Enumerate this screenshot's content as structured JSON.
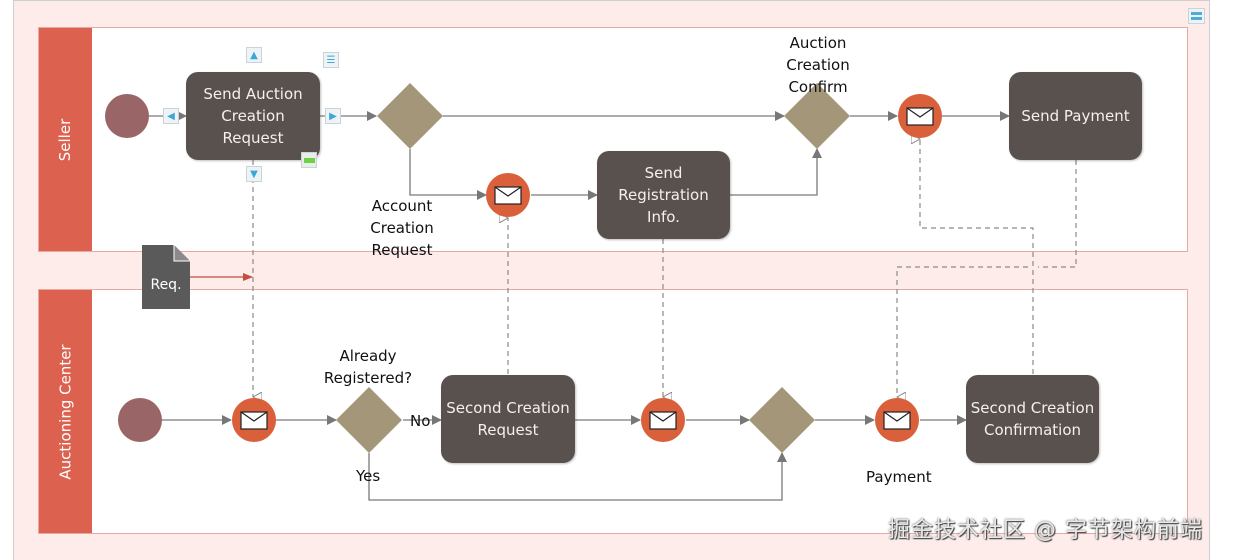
{
  "diagram": {
    "type": "bpmn-swimlane",
    "lanes": [
      {
        "id": "seller",
        "title": "Seller"
      },
      {
        "id": "auctioning-center",
        "title": "Auctioning Center"
      }
    ],
    "tasks": {
      "send_auction_creation_request": "Send Auction Creation Request",
      "send_registration_info": "Send Registration Info.",
      "send_payment": "Send Payment",
      "second_creation_request": "Second Creation Request",
      "second_creation_confirmation": "Second Creation Confirmation"
    },
    "labels": {
      "auction_creation_confirm": "Auction Creation Confirm",
      "account_creation_request": "Account Creation Request",
      "already_registered": "Already Registered?",
      "no": "No",
      "yes": "Yes",
      "payment": "Payment"
    },
    "data_object": {
      "label": "Req."
    },
    "colors": {
      "lane_header": "#dc614f",
      "task_fill": "#59514e",
      "gateway_fill": "#a39679",
      "start_event": "#9a6567",
      "message_event": "#d9603a",
      "canvas_bg": "#fdecea"
    },
    "selection_handles": [
      "arrow-up",
      "arrow-left",
      "arrow-right",
      "arrow-down",
      "menu",
      "collapse"
    ]
  },
  "watermark": "掘金技术社区 @ 字节架构前端"
}
